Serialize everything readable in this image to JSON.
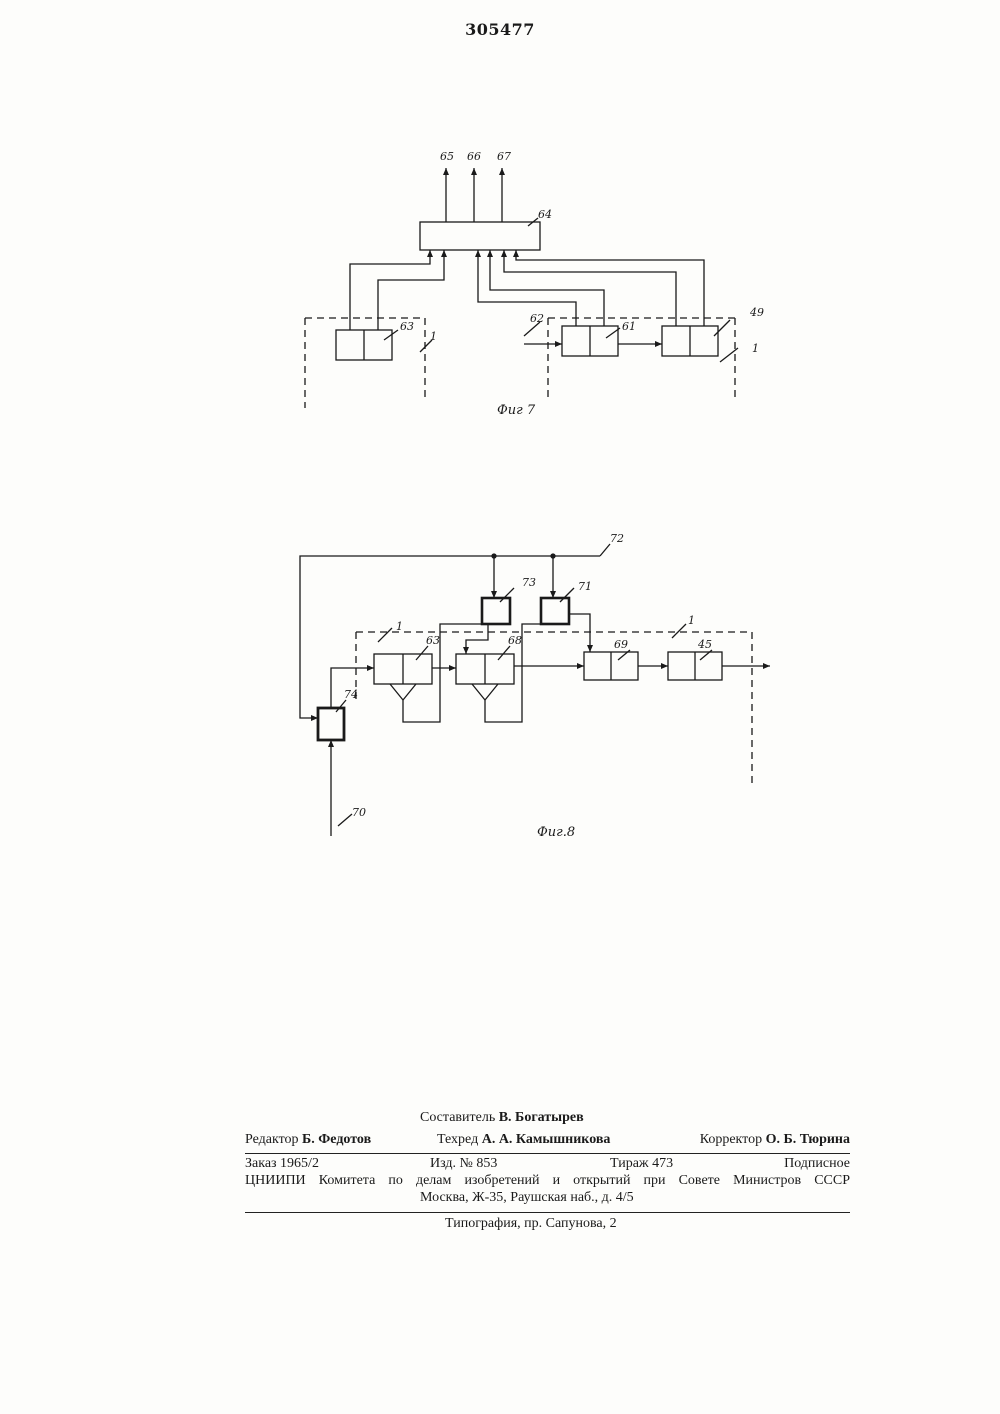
{
  "document_number": "305477",
  "figure7": {
    "caption": "Фиг 7",
    "labels": {
      "out65": "65",
      "out66": "66",
      "out67": "67",
      "unit64": "64",
      "unit63": "63",
      "unit61": "61",
      "unit49": "49",
      "input62": "62",
      "bus1_left": "1",
      "bus1_right": "1"
    }
  },
  "figure8": {
    "caption": "Фиг.8",
    "labels": {
      "line72": "72",
      "unit73": "73",
      "unit71": "71",
      "unit63": "63",
      "unit68": "68",
      "unit69": "69",
      "unit45": "45",
      "unit74": "74",
      "input70": "70",
      "bus1_left": "1",
      "bus1_right": "1"
    }
  },
  "colophon": {
    "compiler_label": "Составитель",
    "compiler_name": "В. Богатырев",
    "editor_label": "Редактор",
    "editor_name": "Б. Федотов",
    "techred_label": "Техред",
    "techred_name": "А. А. Камышникова",
    "corrector_label": "Корректор",
    "corrector_name": "О. Б. Тюрина",
    "order": "Заказ 1965/2",
    "edition": "Изд. № 853",
    "print_run": "Тираж 473",
    "subscription": "Подписное",
    "org_line_1": "ЦНИИПИ Комитета по делам изобретений и открытий при Совете Министров СССР",
    "org_line_2": "Москва, Ж-35, Раушская наб., д. 4/5",
    "printer": "Типография, пр. Сапунова, 2"
  }
}
